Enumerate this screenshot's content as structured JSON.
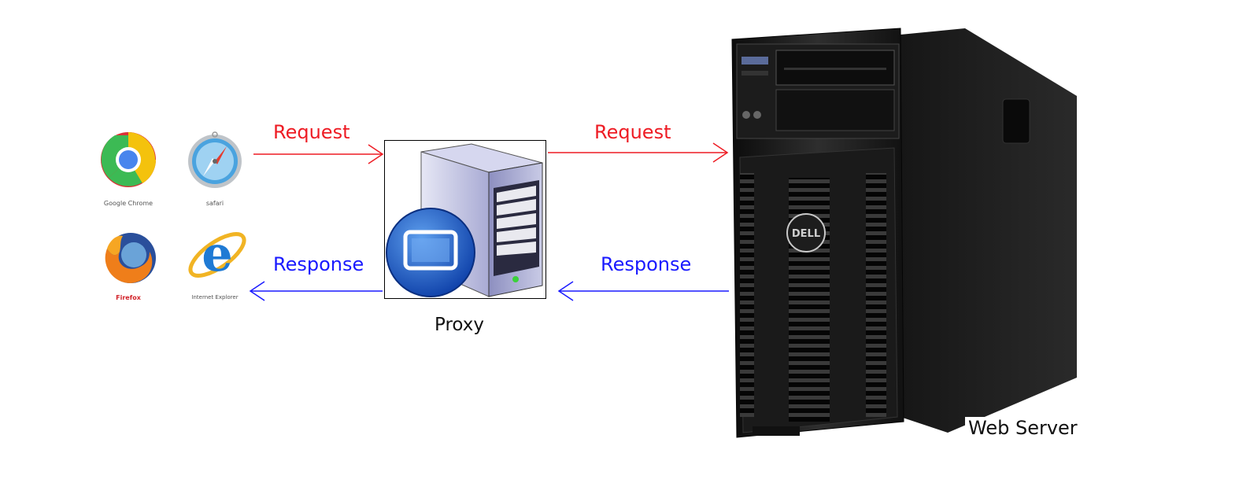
{
  "browsers": [
    {
      "name": "chrome",
      "caption": "Google Chrome"
    },
    {
      "name": "safari",
      "caption": "safari"
    },
    {
      "name": "firefox",
      "caption": "Firefox"
    },
    {
      "name": "ie",
      "caption": "Internet Explorer"
    }
  ],
  "arrows": {
    "client_to_proxy": "Request",
    "proxy_to_client": "Response",
    "proxy_to_server": "Request",
    "server_to_proxy": "Response"
  },
  "nodes": {
    "proxy": "Proxy",
    "server": "Web Server",
    "server_brand": "DELL"
  },
  "colors": {
    "request": "#ee1c24",
    "response": "#1a1aff"
  }
}
